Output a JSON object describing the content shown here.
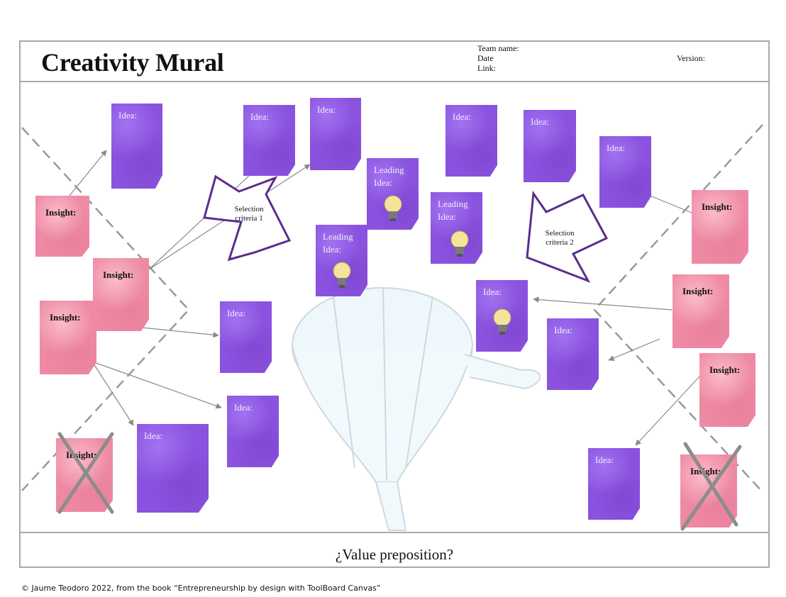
{
  "header": {
    "title": "Creativity Mural",
    "team_name_label": "Team name:",
    "date_label": "Date",
    "link_label": "Link:",
    "version_label": "Version:"
  },
  "footer": {
    "value_proposition": "¿Value preposition?",
    "copyright": "© Jaume Teodoro 2022, from the book “Entrepreneurship by design with ToolBoard Canvas”"
  },
  "labels": {
    "idea": "Idea:",
    "insight": "Insight:",
    "leading_line1": "Leading",
    "leading_line2": "Idea:"
  },
  "selection": {
    "criteria1_line1": "Selection",
    "criteria1_line2": "criteria 1",
    "criteria2_line1": "Selection",
    "criteria2_line2": "criteria 2"
  },
  "colors": {
    "idea": "#8a52de",
    "insight": "#ee8aa4",
    "selection_arrow": "#5b2d8e",
    "frame": "#a9a9a9"
  }
}
